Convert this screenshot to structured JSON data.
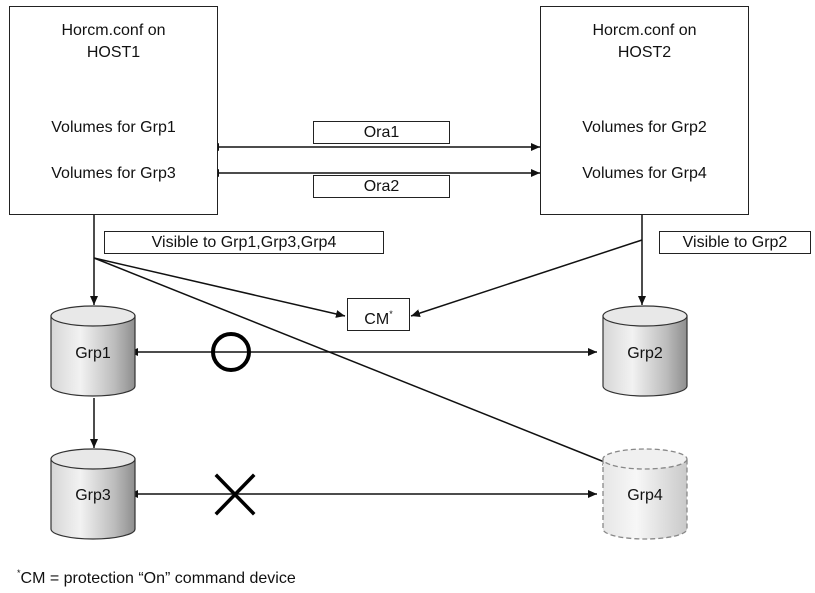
{
  "host1": {
    "title_line1": "Horcm.conf on",
    "title_line2": "HOST1",
    "volumes_a": "Volumes for Grp1",
    "volumes_b": "Volumes for Grp3"
  },
  "host2": {
    "title_line1": "Horcm.conf on",
    "title_line2": "HOST2",
    "volumes_a": "Volumes for Grp2",
    "volumes_b": "Volumes for Grp4"
  },
  "links": {
    "ora1": "Ora1",
    "ora2": "Ora2",
    "visible_host1": "Visible to Grp1,Grp3,Grp4",
    "visible_host2": "Visible to Grp2"
  },
  "command_device": {
    "label": "CM",
    "mark": "*"
  },
  "groups": {
    "grp1": "Grp1",
    "grp2": "Grp2",
    "grp3": "Grp3",
    "grp4": "Grp4"
  },
  "footnote": {
    "mark": "*",
    "text": "CM = protection  “On”  command device"
  }
}
